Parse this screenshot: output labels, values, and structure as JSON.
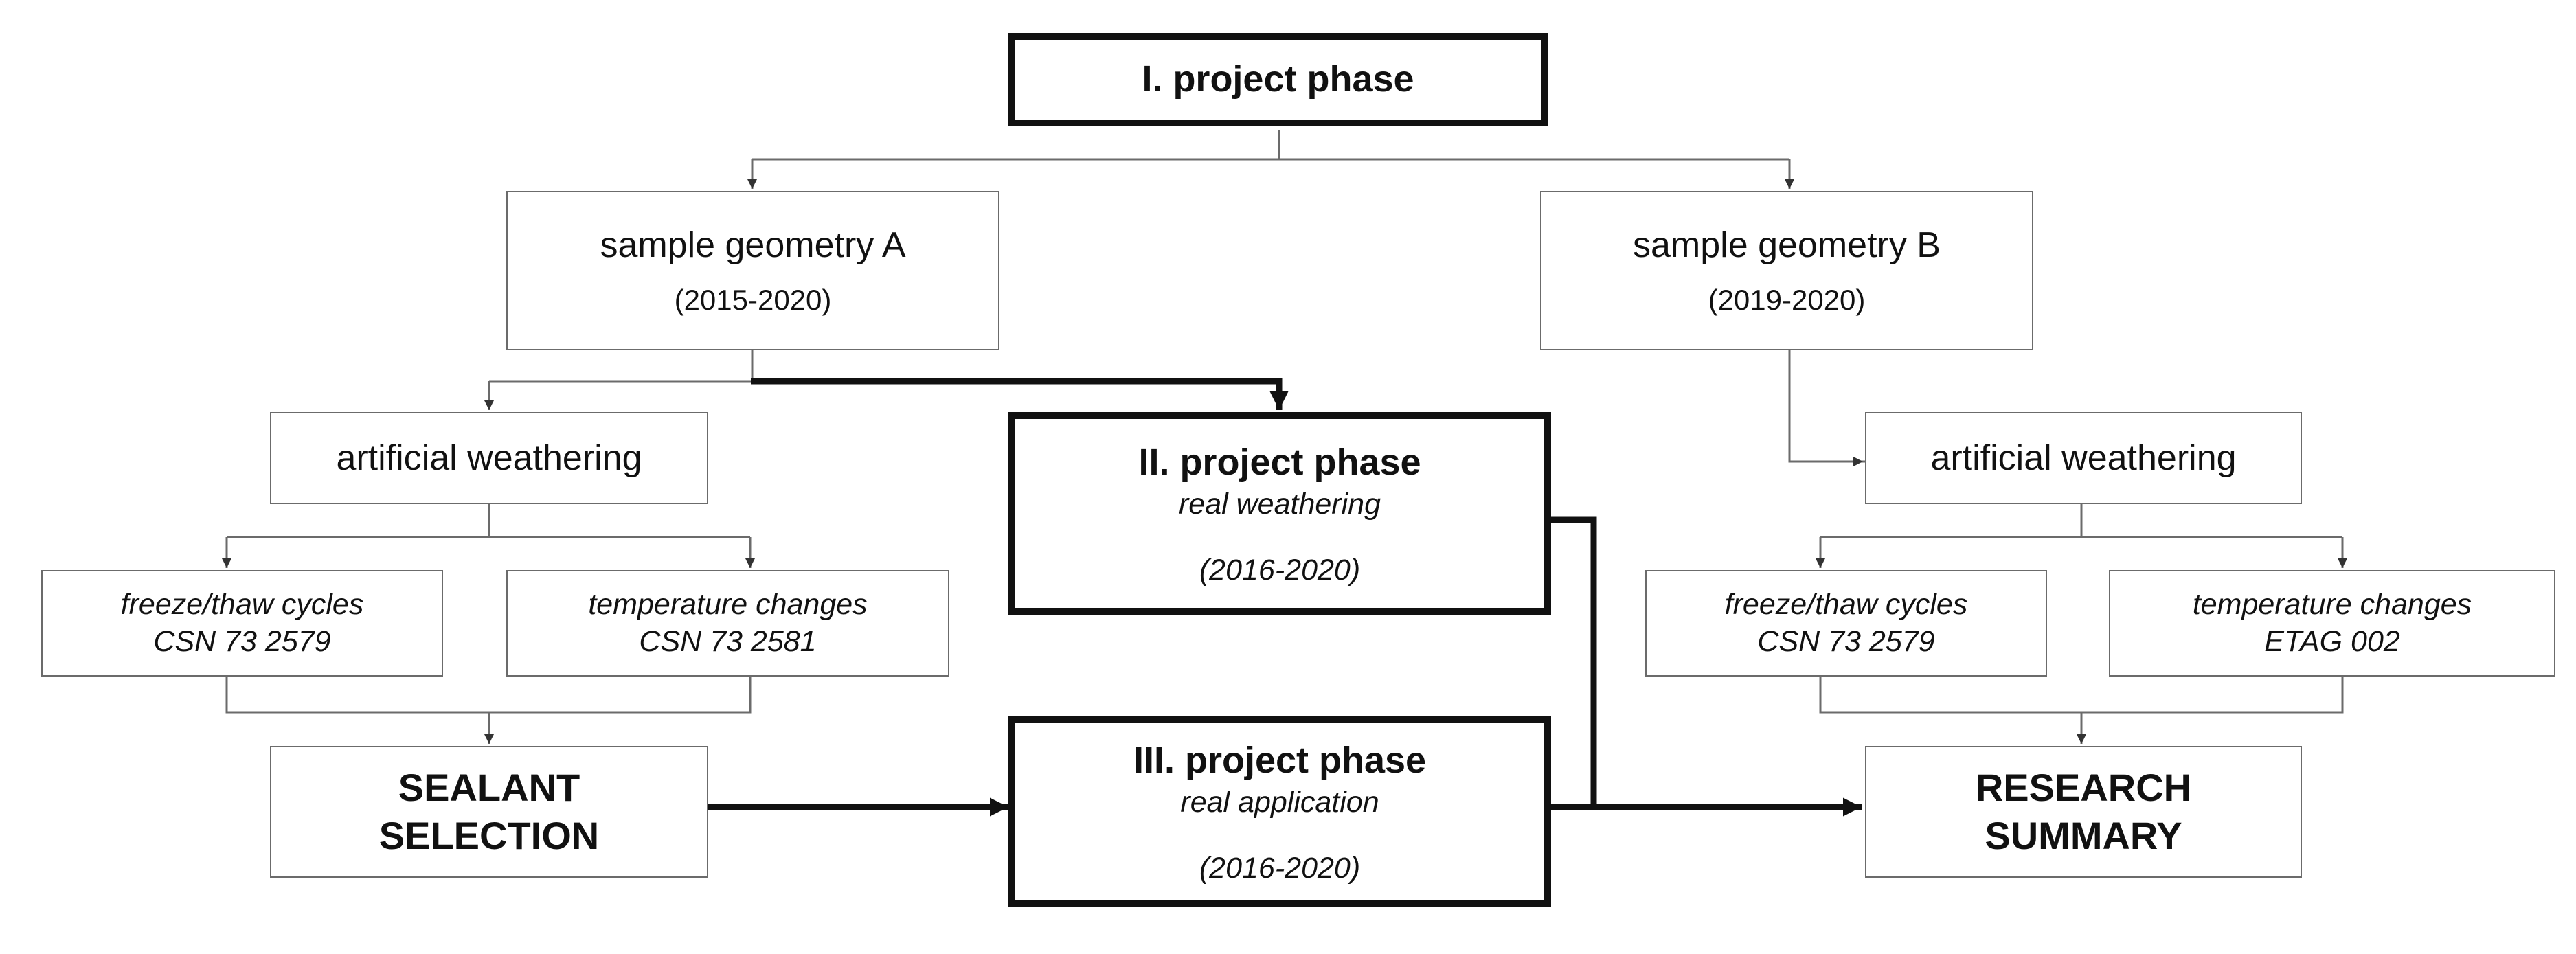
{
  "phase1": {
    "title": "I. project phase"
  },
  "geomA": {
    "title": "sample geometry A",
    "years": "(2015-2020)"
  },
  "geomB": {
    "title": "sample geometry B",
    "years": "(2019-2020)"
  },
  "awA": {
    "title": "artificial weathering"
  },
  "awB": {
    "title": "artificial weathering"
  },
  "ftA": {
    "line1": "freeze/thaw cycles",
    "line2": "CSN 73 2579"
  },
  "tcA": {
    "line1": "temperature changes",
    "line2": "CSN 73 2581"
  },
  "ftB": {
    "line1": "freeze/thaw cycles",
    "line2": "CSN 73 2579"
  },
  "tcB": {
    "line1": "temperature changes",
    "line2": "ETAG 002"
  },
  "phase2": {
    "title": "II. project phase",
    "subtitle": "real weathering",
    "years": "(2016-2020)"
  },
  "phase3": {
    "title": "III. project phase",
    "subtitle": "real application",
    "years": "(2016-2020)"
  },
  "sealant": {
    "line1": "SEALANT",
    "line2": "SELECTION"
  },
  "summary": {
    "line1": "RESEARCH",
    "line2": "SUMMARY"
  },
  "colors": {
    "thin_border": "#6b6b6b",
    "thick_border": "#111111",
    "background": "#ffffff"
  }
}
